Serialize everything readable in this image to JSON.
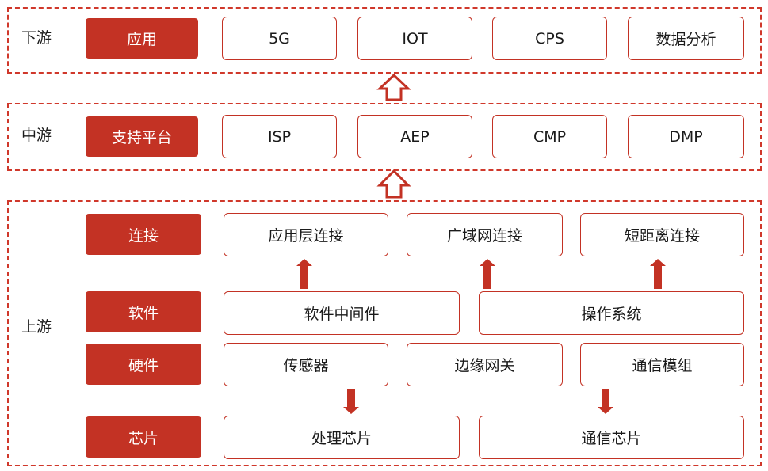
{
  "downstream": {
    "tier": "下游",
    "tag": "应用",
    "items": [
      "5G",
      "IOT",
      "CPS",
      "数据分析"
    ]
  },
  "midstream": {
    "tier": "中游",
    "tag": "支持平台",
    "items": [
      "ISP",
      "AEP",
      "CMP",
      "DMP"
    ]
  },
  "upstream": {
    "tier": "上游",
    "connection": {
      "tag": "连接",
      "items": [
        "应用层连接",
        "广域网连接",
        "短距离连接"
      ]
    },
    "software": {
      "tag": "软件",
      "items": [
        "软件中间件",
        "操作系统"
      ]
    },
    "hardware": {
      "tag": "硬件",
      "items": [
        "传感器",
        "边缘网关",
        "通信模组"
      ]
    },
    "chips": {
      "tag": "芯片",
      "items": [
        "处理芯片",
        "通信芯片"
      ]
    }
  },
  "colors": {
    "accent": "#c33224",
    "dashed_border": "#d0382b"
  }
}
